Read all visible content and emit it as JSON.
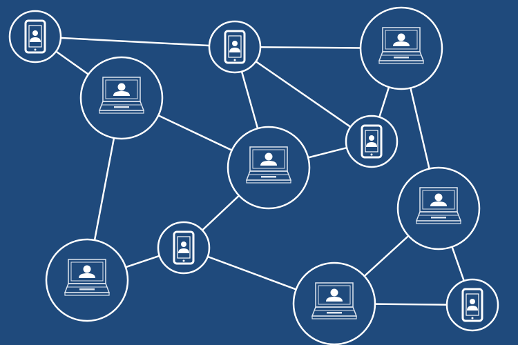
{
  "colors": {
    "background": "#1f4a7c",
    "line": "#ffffff"
  },
  "nodes": [
    {
      "type": "phone"
    },
    {
      "type": "laptop"
    },
    {
      "type": "phone"
    },
    {
      "type": "laptop"
    },
    {
      "type": "phone"
    },
    {
      "type": "laptop"
    },
    {
      "type": "laptop"
    },
    {
      "type": "phone"
    },
    {
      "type": "laptop"
    },
    {
      "type": "laptop"
    },
    {
      "type": "phone"
    }
  ],
  "edges": [
    [
      0,
      2
    ],
    [
      0,
      1
    ],
    [
      2,
      3
    ],
    [
      2,
      5
    ],
    [
      2,
      4
    ],
    [
      3,
      4
    ],
    [
      3,
      6
    ],
    [
      1,
      5
    ],
    [
      1,
      8
    ],
    [
      5,
      4
    ],
    [
      5,
      7
    ],
    [
      7,
      8
    ],
    [
      7,
      9
    ],
    [
      9,
      6
    ],
    [
      9,
      10
    ],
    [
      6,
      10
    ]
  ]
}
